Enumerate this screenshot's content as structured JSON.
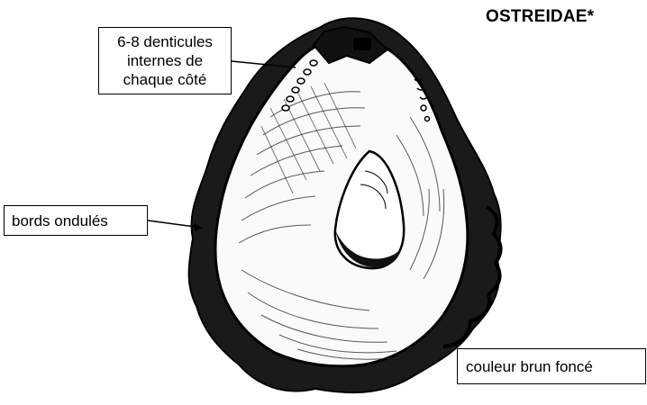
{
  "title": "OSTREIDAE*",
  "labels": {
    "denticules": [
      "6-8 denticules",
      "internes de",
      "chaque côté"
    ],
    "bords": "bords ondulés",
    "couleur": "couleur brun foncé"
  }
}
